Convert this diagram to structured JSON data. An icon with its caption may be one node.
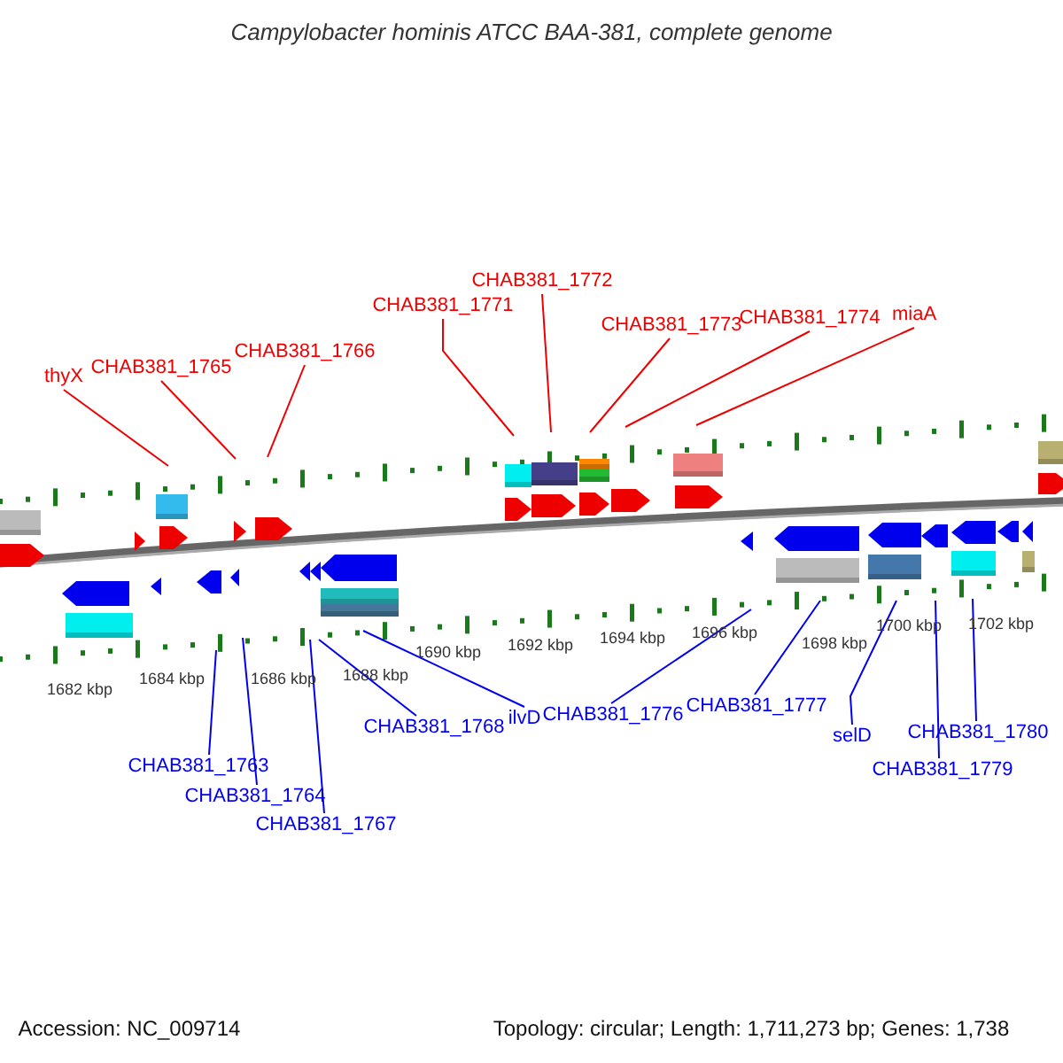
{
  "diagram": {
    "title": "Campylobacter hominis ATCC BAA-381, complete genome",
    "nodes": [
      {
        "text": [
          "thyX"
        ]
      },
      {
        "text": [
          "CHAB381_1765"
        ]
      },
      {
        "text": [
          "CHAB381_1766"
        ]
      },
      {
        "text": [
          "CHAB381_1771"
        ]
      },
      {
        "text": [
          "CHAB381_1772"
        ]
      },
      {
        "text": [
          "CHAB381_1773"
        ]
      },
      {
        "text": [
          "CHAB381_1774"
        ]
      },
      {
        "text": [
          "miaA"
        ]
      },
      {
        "text": [
          "CHAB381_1763"
        ]
      },
      {
        "text": [
          "CHAB381_1764"
        ]
      },
      {
        "text": [
          "CHAB381_1767"
        ]
      },
      {
        "text": [
          "CHAB381_1768"
        ]
      },
      {
        "text": [
          "ilvD"
        ]
      },
      {
        "text": [
          "CHAB381_1776"
        ]
      },
      {
        "text": [
          "CHAB381_1777"
        ]
      },
      {
        "text": [
          "selD"
        ]
      },
      {
        "text": [
          "CHAB381_1779"
        ]
      },
      {
        "text": [
          "CHAB381_1780"
        ]
      }
    ],
    "edges": [
      {
        "from": 0,
        "to": null,
        "arrow": "none",
        "color": "#ee0000"
      },
      {
        "from": 1,
        "to": null,
        "arrow": "none",
        "color": "#ee0000"
      },
      {
        "from": 2,
        "to": null,
        "arrow": "none",
        "color": "#ee0000"
      },
      {
        "from": 3,
        "to": null,
        "arrow": "none",
        "color": "#ee0000"
      },
      {
        "from": 4,
        "to": null,
        "arrow": "none",
        "color": "#ee0000"
      },
      {
        "from": 5,
        "to": null,
        "arrow": "none",
        "color": "#ee0000"
      },
      {
        "from": 6,
        "to": null,
        "arrow": "none",
        "color": "#ee0000"
      },
      {
        "from": 7,
        "to": null,
        "arrow": "none",
        "color": "#ee0000"
      },
      {
        "from": 8,
        "to": null,
        "arrow": "none"
      },
      {
        "from": 9,
        "to": null,
        "arrow": "none"
      },
      {
        "from": 10,
        "to": null,
        "arrow": "none"
      },
      {
        "from": 11,
        "to": null,
        "arrow": "none"
      },
      {
        "from": 12,
        "to": null,
        "arrow": "none"
      },
      {
        "from": 13,
        "to": null,
        "arrow": "none"
      },
      {
        "from": 14,
        "to": null,
        "arrow": "none"
      },
      {
        "from": 15,
        "to": null,
        "arrow": "none"
      },
      {
        "from": 16,
        "to": null,
        "arrow": "none"
      },
      {
        "from": 17,
        "to": null,
        "arrow": "none"
      }
    ],
    "labels": [
      "1682 kbp",
      "1684 kbp",
      "1686 kbp",
      "1688 kbp",
      "1690 kbp",
      "1692 kbp",
      "1694 kbp",
      "1696 kbp",
      "1698 kbp",
      "1700 kbp",
      "1702 kbp",
      "Accession: NC_009714",
      "Topology: circular; Length: 1,711,273 bp; Genes: 1,738"
    ]
  }
}
